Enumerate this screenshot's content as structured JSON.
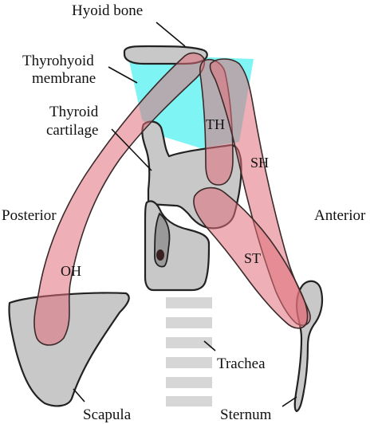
{
  "labels": {
    "hyoid_bone": "Hyoid bone",
    "thyrohyoid_membrane_line1": "Thyrohyoid",
    "thyrohyoid_membrane_line2": "membrane",
    "thyroid_cartilage_line1": "Thyroid",
    "thyroid_cartilage_line2": "cartilage",
    "posterior": "Posterior",
    "anterior": "Anterior",
    "trachea": "Trachea",
    "scapula": "Scapula",
    "sternum": "Sternum"
  },
  "muscles": {
    "thyrohyoid": "TH",
    "sternohyoid": "SH",
    "sternothyroid": "ST",
    "omohyoid": "OH"
  },
  "colors": {
    "bone": "#c8c8c8",
    "muscle": "#e0707a",
    "membrane": "#7ff4f4",
    "trachea_ring": "#d6d6d6",
    "outline": "#222222"
  }
}
